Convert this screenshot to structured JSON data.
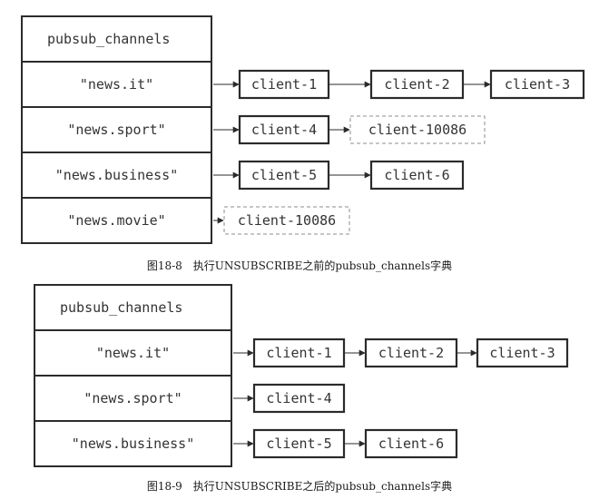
{
  "diagrams": [
    {
      "dict_label": "pubsub_channels",
      "channels": [
        {
          "key": "\"news.it\"",
          "clients": [
            {
              "name": "client-1",
              "style": "solid"
            },
            {
              "name": "client-2",
              "style": "solid"
            },
            {
              "name": "client-3",
              "style": "solid"
            }
          ]
        },
        {
          "key": "\"news.sport\"",
          "clients": [
            {
              "name": "client-4",
              "style": "solid"
            },
            {
              "name": "client-10086",
              "style": "dashed"
            }
          ]
        },
        {
          "key": "\"news.business\"",
          "clients": [
            {
              "name": "client-5",
              "style": "solid"
            },
            {
              "name": "client-6",
              "style": "solid"
            }
          ]
        },
        {
          "key": "\"news.movie\"",
          "clients": [
            {
              "name": "client-10086",
              "style": "dashed"
            }
          ]
        }
      ],
      "caption": "图18-8　执行UNSUBSCRIBE之前的pubsub_channels字典"
    },
    {
      "dict_label": "pubsub_channels",
      "channels": [
        {
          "key": "\"news.it\"",
          "clients": [
            {
              "name": "client-1",
              "style": "solid"
            },
            {
              "name": "client-2",
              "style": "solid"
            },
            {
              "name": "client-3",
              "style": "solid"
            }
          ]
        },
        {
          "key": "\"news.sport\"",
          "clients": [
            {
              "name": "client-4",
              "style": "solid"
            }
          ]
        },
        {
          "key": "\"news.business\"",
          "clients": [
            {
              "name": "client-5",
              "style": "solid"
            },
            {
              "name": "client-6",
              "style": "solid"
            }
          ]
        }
      ],
      "caption": "图18-9　执行UNSUBSCRIBE之后的pubsub_channels字典"
    }
  ],
  "colors": {
    "stroke": "#2b2b2b",
    "dashed_stroke": "#8c8c8c",
    "text": "#333333"
  }
}
